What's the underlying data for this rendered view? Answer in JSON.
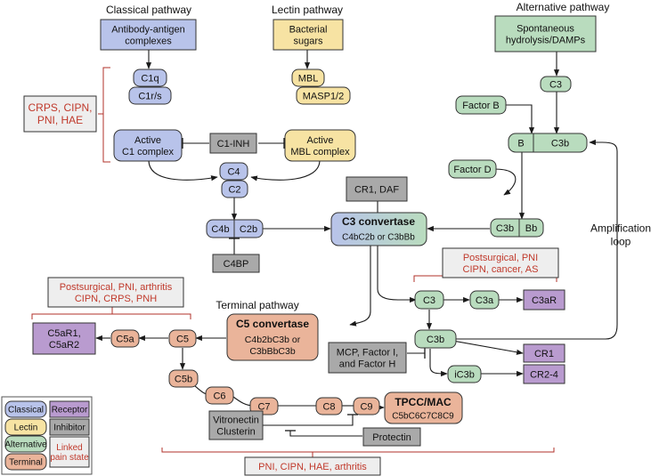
{
  "colors": {
    "classical": "#b8c3ea",
    "lectin": "#f7e3a3",
    "alternative": "#b9dcbe",
    "terminal": "#eab49a",
    "receptor": "#b99bcf",
    "inhibitor": "#a9a9a9",
    "linked_pain": "#eeeeee",
    "pain_text": "#c0392b"
  },
  "pathways": {
    "classical": "Classical pathway",
    "lectin": "Lectin pathway",
    "alternative": "Alternative pathway",
    "terminal": "Terminal pathway"
  },
  "boxes": {
    "ab_ag": [
      "Antibody-antigen",
      "complexes"
    ],
    "bact": [
      "Bacterial",
      "sugars"
    ],
    "spont": [
      "Spontaneous",
      "hydrolysis/DAMPs"
    ],
    "c1q": [
      "C1q"
    ],
    "c1rs": [
      "C1r/s"
    ],
    "mbl": [
      "MBL"
    ],
    "masp": [
      "MASP1/2"
    ],
    "active_c1": [
      "Active",
      "C1 complex"
    ],
    "active_mbl": [
      "Active",
      "MBL complex"
    ],
    "c1inh": [
      "C1-INH"
    ],
    "c4": [
      "C4"
    ],
    "c2": [
      "C2"
    ],
    "c4b": [
      "C4b"
    ],
    "c2b": [
      "C2b"
    ],
    "c4bp": [
      "C4BP"
    ],
    "cr1daf": [
      "CR1, DAF"
    ],
    "c3_alt": [
      "C3"
    ],
    "factor_b": [
      "Factor B"
    ],
    "b": [
      "B"
    ],
    "c3b_top": [
      "C3b"
    ],
    "factor_d": [
      "Factor D"
    ],
    "c3b_bb_a": [
      "C3b"
    ],
    "c3b_bb_b": [
      "Bb"
    ],
    "c3_conv_title": [
      "C3 convertase"
    ],
    "c3_conv_sub": [
      "C4bC2b or C3bBb"
    ],
    "amp": [
      "Amplification",
      "loop"
    ],
    "c3_mid": [
      "C3"
    ],
    "c3a": [
      "C3a"
    ],
    "c3ar": [
      "C3aR"
    ],
    "c3b_mid": [
      "C3b"
    ],
    "cr1": [
      "CR1"
    ],
    "ic3b": [
      "iC3b"
    ],
    "cr24": [
      "CR2-4"
    ],
    "mcp": [
      "MCP, Factor I,",
      "and Factor H"
    ],
    "c5_conv_title": [
      "C5 convertase"
    ],
    "c5_conv_sub": [
      "C4b2bC3b or",
      "C3bBbC3b"
    ],
    "c5": [
      "C5"
    ],
    "c5a": [
      "C5a"
    ],
    "c5ar": [
      "C5aR1,",
      "C5aR2"
    ],
    "c5b": [
      "C5b"
    ],
    "c6": [
      "C6"
    ],
    "c7": [
      "C7"
    ],
    "c8": [
      "C8"
    ],
    "c9": [
      "C9"
    ],
    "tpcc_title": [
      "TPCC/MAC"
    ],
    "tpcc_sub": [
      "C5bC6C7C8C9"
    ],
    "vitro": [
      "Vitronectin",
      "Clusterin"
    ],
    "protectin": [
      "Protectin"
    ],
    "pain1": [
      "CRPS, CIPN,",
      "PNI, HAE"
    ],
    "pain2": [
      "Postsurgical, PNI",
      "CIPN, cancer, AS"
    ],
    "pain3": [
      "Postsurgical, PNI, arthritis",
      "CIPN, CRPS, PNH"
    ],
    "pain4": [
      "PNI, CIPN, HAE, arthritis"
    ]
  },
  "legend": {
    "classical": "Classical",
    "lectin": "Lectin",
    "alternative": "Alternative",
    "terminal": "Terminal",
    "receptor": "Receptor",
    "inhibitor": "Inhibitor",
    "linked_pain": [
      "Linked",
      "pain state"
    ]
  }
}
